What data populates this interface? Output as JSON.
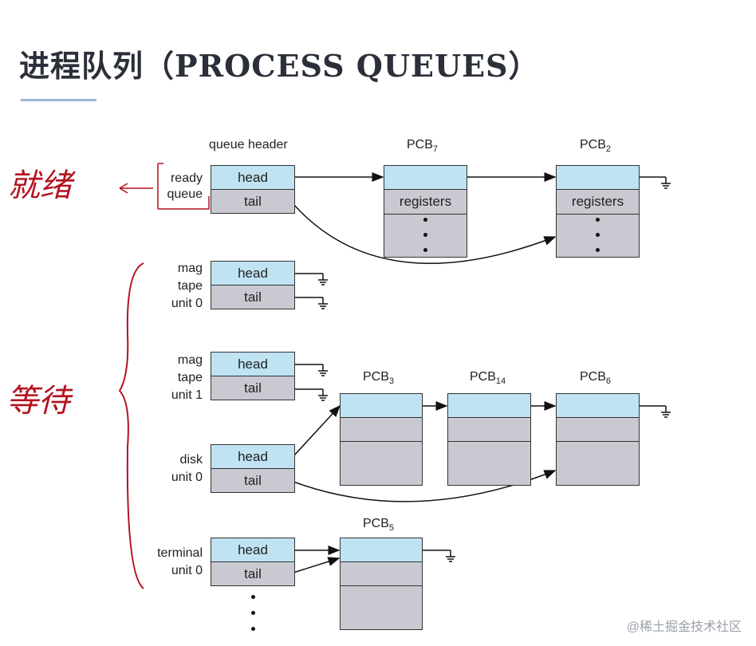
{
  "title": "进程队列（PROCESS QUEUES）",
  "labels": {
    "queue_header": "queue header",
    "pcb": "PCB",
    "head": "head",
    "tail": "tail",
    "registers": "registers"
  },
  "annotations": {
    "ready_handwritten": "就绪",
    "waiting_handwritten": "等待"
  },
  "queues": [
    {
      "line1": "ready",
      "line2": "queue",
      "line3": ""
    },
    {
      "line1": "mag",
      "line2": "tape",
      "line3": "unit 0"
    },
    {
      "line1": "mag",
      "line2": "tape",
      "line3": "unit 1"
    },
    {
      "line1": "disk",
      "line2": "unit 0",
      "line3": ""
    },
    {
      "line1": "terminal",
      "line2": "unit 0",
      "line3": ""
    }
  ],
  "pcb_subscripts": [
    "7",
    "2",
    "3",
    "14",
    "6",
    "5"
  ],
  "watermark": "@稀土掘金技术社区",
  "colors": {
    "head": "#bfe3f2",
    "body": "#c9c9d1",
    "annotation": "#b3121f"
  }
}
